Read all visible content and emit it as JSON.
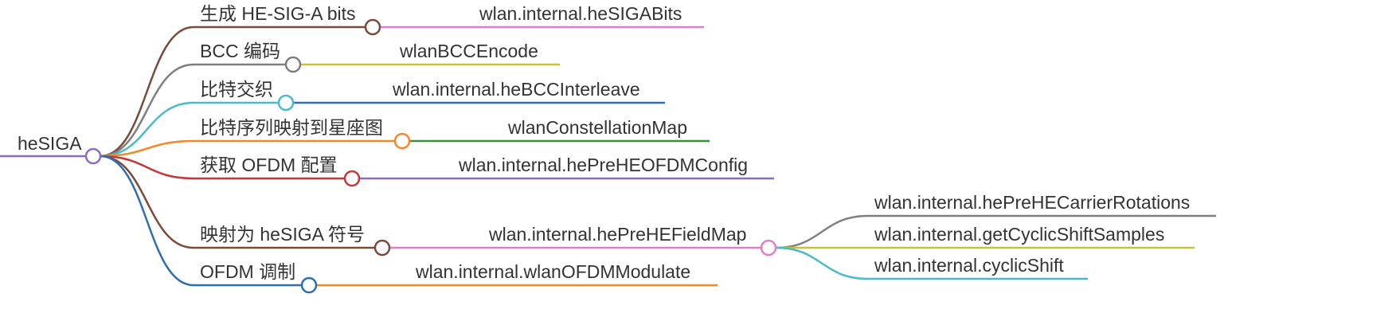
{
  "root": {
    "label": "heSIGA",
    "color": "#8e6bbf"
  },
  "branches": [
    {
      "label": "生成 HE-SIG-A bits",
      "color": "#7b4b3a",
      "child": {
        "label": "wlan.internal.heSIGABits",
        "color": "#e07fc8"
      }
    },
    {
      "label": "BCC 编码",
      "color": "#7f7f7f",
      "child": {
        "label": "wlanBCCEncode",
        "color": "#c8c23a"
      }
    },
    {
      "label": "比特交织",
      "color": "#4bbac8",
      "child": {
        "label": "wlan.internal.heBCCInterleave",
        "color": "#2f6fb0"
      }
    },
    {
      "label": "比特序列映射到星座图",
      "color": "#f08a2b",
      "child": {
        "label": "wlanConstellationMap",
        "color": "#3a8f3a"
      }
    },
    {
      "label": "获取 OFDM 配置",
      "color": "#c03a3a",
      "child": {
        "label": "wlan.internal.hePreHEOFDMConfig",
        "color": "#8e6bbf"
      }
    },
    {
      "label": "映射为 heSIGA 符号",
      "color": "#7b4b3a",
      "child": {
        "label": "wlan.internal.hePreHEFieldMap",
        "color": "#e07fc8",
        "children": [
          {
            "label": "wlan.internal.hePreHECarrierRotations",
            "color": "#7f7f7f"
          },
          {
            "label": "wlan.internal.getCyclicShiftSamples",
            "color": "#c8c23a"
          },
          {
            "label": "wlan.internal.cyclicShift",
            "color": "#4bbac8"
          }
        ]
      }
    },
    {
      "label": "OFDM 调制",
      "color": "#2f6fb0",
      "child": {
        "label": "wlan.internal.wlanOFDMModulate",
        "color": "#f08a2b"
      }
    }
  ]
}
